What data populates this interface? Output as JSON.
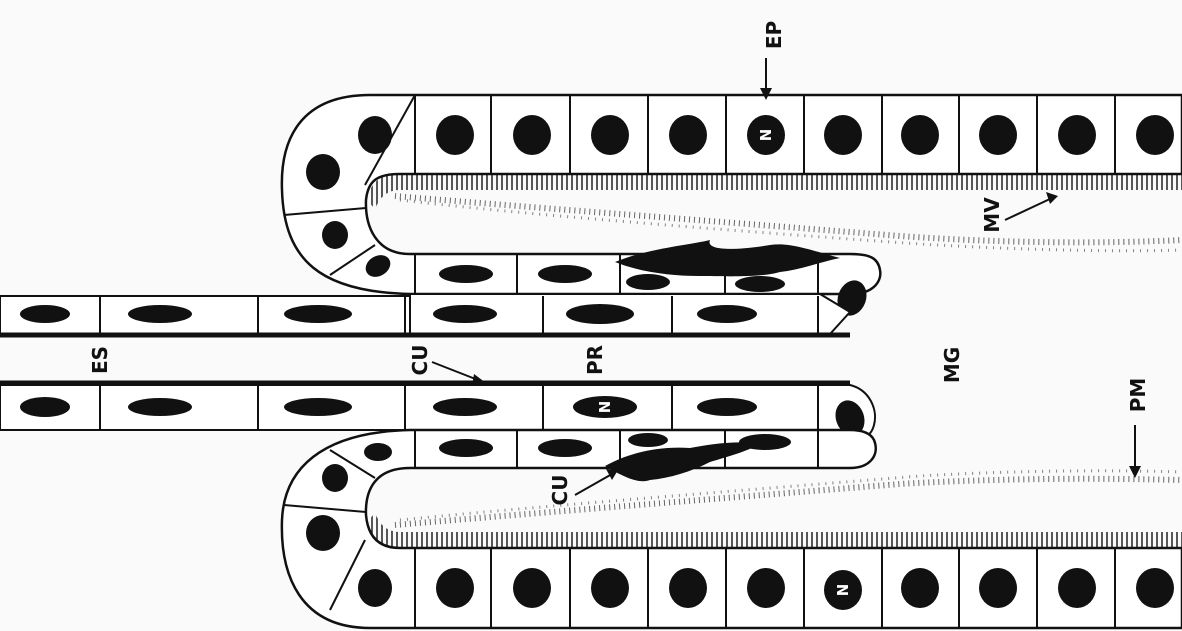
{
  "labels": {
    "ep": "EP",
    "mv": "MV",
    "es": "ES",
    "cu_top": "CU",
    "pr": "PR",
    "mg": "MG",
    "pm": "PM",
    "cu_bottom": "CU",
    "nucleus": "N"
  },
  "colors": {
    "ink": "#111111",
    "paper": "#fafafa",
    "cell_fill": "#ffffff"
  }
}
